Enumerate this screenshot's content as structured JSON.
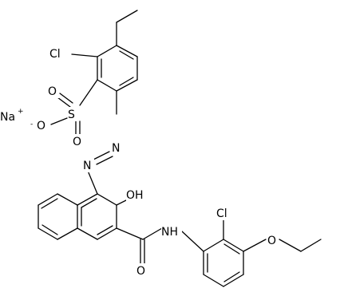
{
  "molecule": {
    "counter_ion": {
      "symbol": "Na",
      "charge": "+"
    },
    "atoms": {
      "cl_top": "Cl",
      "sulfur": "S",
      "sulfonyl_o_upper": "O",
      "sulfonyl_o_lower": "O",
      "sulfonate_o": "O",
      "sulfonate_charge": "-",
      "azo_n1": "N",
      "azo_n2": "N",
      "hydroxyl": "OH",
      "amide_nh": "NH",
      "amide_o": "O",
      "cl_bottom": "Cl",
      "ether_o": "O"
    }
  }
}
